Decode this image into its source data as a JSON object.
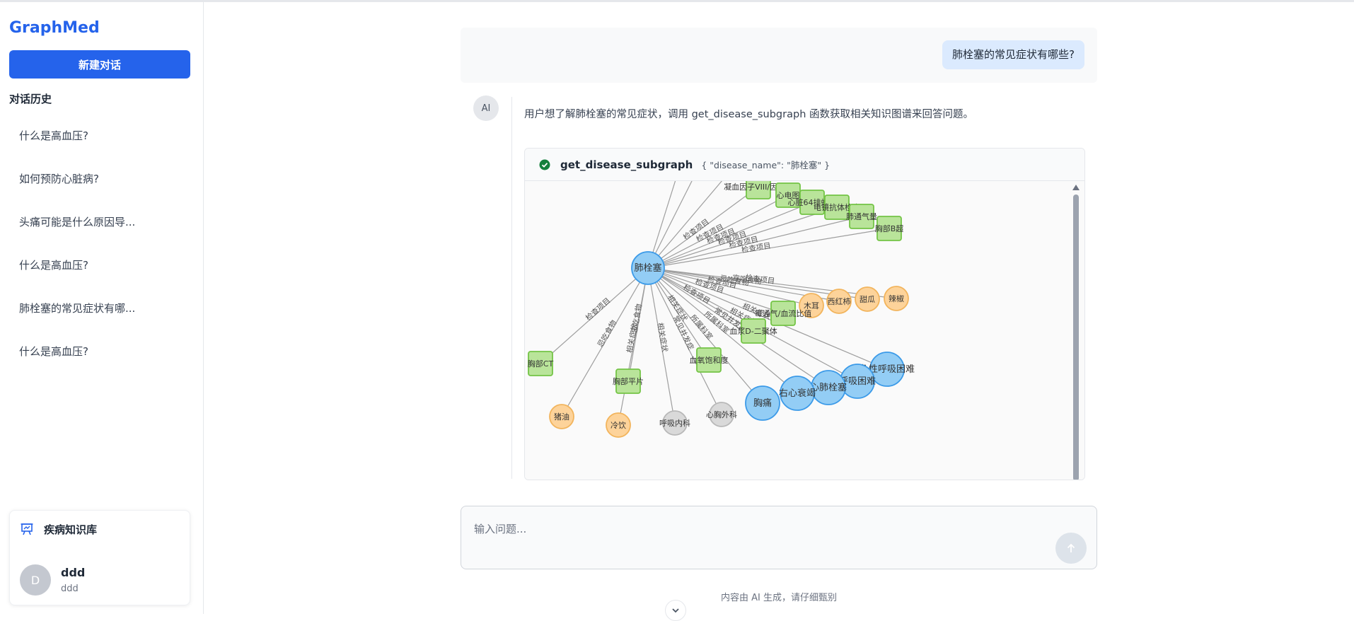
{
  "sidebar": {
    "brand": "GraphMed",
    "new_chat_label": "新建对话",
    "history_title": "对话历史",
    "history": [
      "什么是高血压?",
      "如何预防心脏病?",
      "头痛可能是什么原因导...",
      "什么是高血压?",
      "肺栓塞的常见症状有哪...",
      "什么是高血压?"
    ],
    "knowledge_base_label": "疾病知识库",
    "user": {
      "avatar_letter": "D",
      "name": "ddd",
      "subtitle": "ddd"
    }
  },
  "chat": {
    "user_message": "肺栓塞的常见症状有哪些?",
    "ai_avatar_label": "AI",
    "ai_text": "用户想了解肺栓塞的常见症状，调用 get_disease_subgraph 函数获取相关知识图谱来回答问题。",
    "tool_call": {
      "name": "get_disease_subgraph",
      "args": "{ \"disease_name\": \"肺栓塞\" }",
      "status_color": "#15803d"
    }
  },
  "graph": {
    "center": "肺栓塞",
    "colors": {
      "disease": "#93cdf5",
      "check": "#b9e49a",
      "food": "#fdd39a",
      "department": "#d9d9d9"
    },
    "nodes": [
      {
        "label": "凝血因子VIII/因子IX",
        "type": "check"
      },
      {
        "label": "心电图",
        "type": "check"
      },
      {
        "label": "心脏64排螺旋",
        "type": "check"
      },
      {
        "label": "电镜抗体检查",
        "type": "check"
      },
      {
        "label": "肺通气量",
        "type": "check"
      },
      {
        "label": "胸部B超",
        "type": "check"
      },
      {
        "label": "辣椒",
        "type": "food"
      },
      {
        "label": "甜瓜",
        "type": "food"
      },
      {
        "label": "西红柿",
        "type": "food"
      },
      {
        "label": "木耳",
        "type": "food"
      },
      {
        "label": "每通气/血流比值",
        "type": "check"
      },
      {
        "label": "血浆D-二聚体",
        "type": "check"
      },
      {
        "label": "急性呼吸困难",
        "type": "disease"
      },
      {
        "label": "呼吸困难",
        "type": "disease"
      },
      {
        "label": "心肺栓塞",
        "type": "disease"
      },
      {
        "label": "右心衰竭",
        "type": "disease"
      },
      {
        "label": "胸痛",
        "type": "disease"
      },
      {
        "label": "血氧饱和度",
        "type": "check"
      },
      {
        "label": "心胸外科",
        "type": "department"
      },
      {
        "label": "呼吸内科",
        "type": "department"
      },
      {
        "label": "胸部平片",
        "type": "check"
      },
      {
        "label": "冷饮",
        "type": "food"
      },
      {
        "label": "猪油",
        "type": "food"
      },
      {
        "label": "胸部CT",
        "type": "check"
      }
    ],
    "edge_labels": [
      "检查项目",
      "检查项目",
      "检查项目",
      "检查项目",
      "检查项目",
      "检查项目",
      "检查项目",
      "宜吃食物",
      "忌吃食物",
      "检查项目",
      "检查项目",
      "检查项目",
      "相关症状",
      "相关症状",
      "常见并发症",
      "所属科室",
      "所属科室",
      "相关症状",
      "常见并发症",
      "相关症状",
      "忌吃食物",
      "相关症状",
      "忌吃食物",
      "检查项目"
    ]
  },
  "input": {
    "placeholder": "输入问题..."
  },
  "footer": {
    "disclaimer": "内容由 AI 生成，请仔细甄别"
  },
  "icons": {
    "knowledge_base": "presentation-board-icon",
    "send": "arrow-up-icon",
    "status": "check-circle-icon",
    "scroll_down": "chevron-down-icon"
  }
}
